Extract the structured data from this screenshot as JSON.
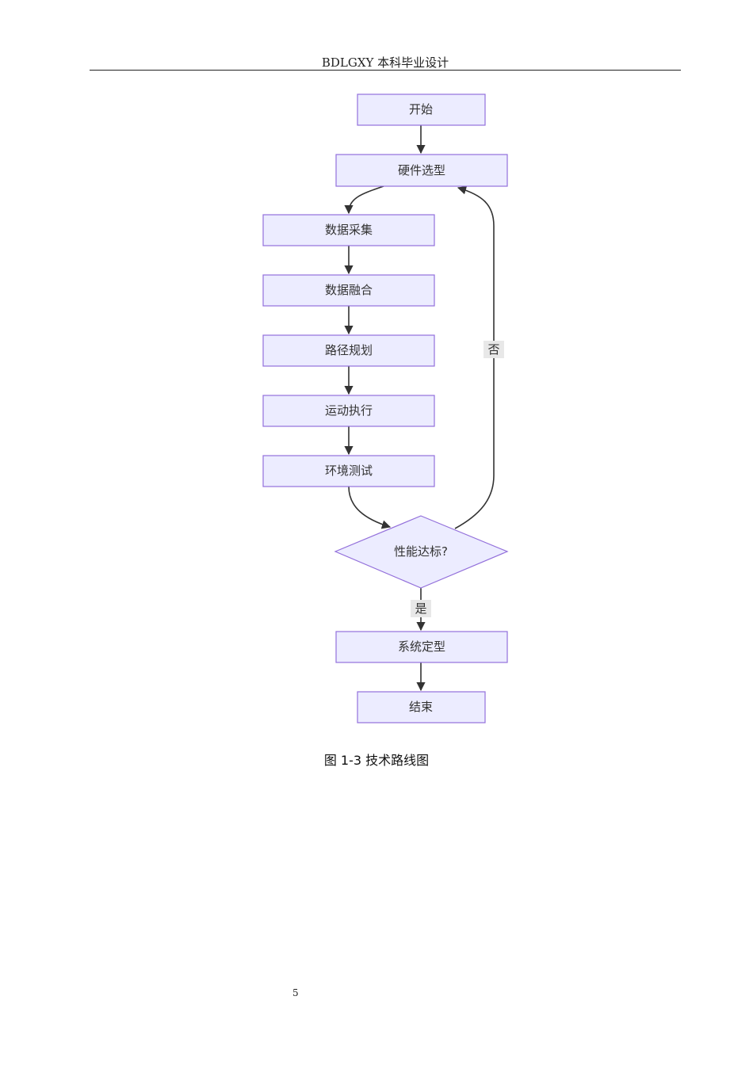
{
  "header": {
    "title": "BDLGXY 本科毕业设计"
  },
  "diagram": {
    "nodes": {
      "start": "开始",
      "hardware": "硬件选型",
      "collect": "数据采集",
      "fusion": "数据融合",
      "plan": "路径规划",
      "motion": "运动执行",
      "test": "环境测试",
      "decision": "性能达标?",
      "finalize": "系统定型",
      "end": "结束"
    },
    "edge_labels": {
      "yes": "是",
      "no": "否"
    }
  },
  "caption": "图 1-3  技术路线图",
  "page_number": "5"
}
